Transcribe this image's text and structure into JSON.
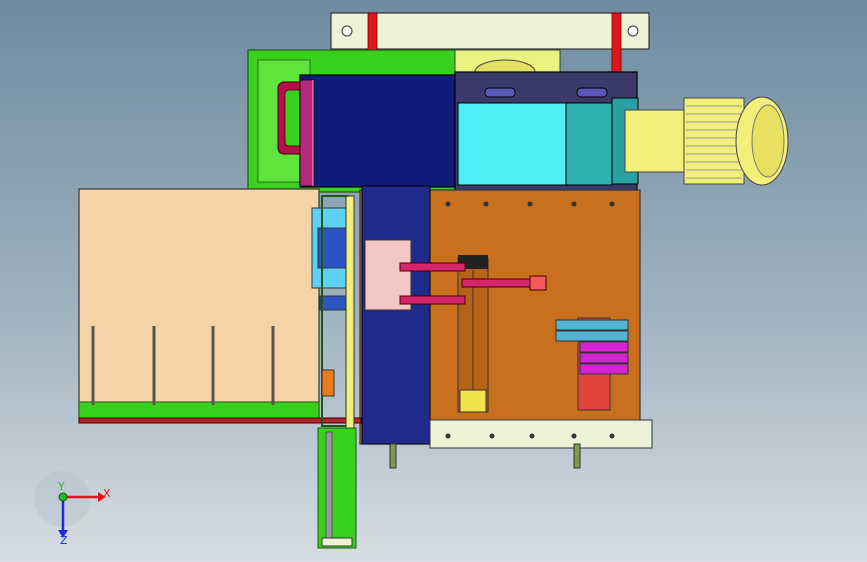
{
  "viewport": {
    "background_top": "#6f8ba0",
    "background_bottom": "#d7dde2"
  },
  "colors": {
    "mount_plate": "#eef3d8",
    "red_bracket": "#e0161c",
    "green_frame": "#39d11d",
    "navy_block": "#121a7a",
    "cyan_block": "#4ff0f5",
    "motor_yellow": "#f2f07a",
    "orange_plate": "#c9701f",
    "peach_panel": "#f7d4a7",
    "blue_plate": "#1f2a8a",
    "pink_rod": "#d6266b",
    "magenta": "#d424d4"
  },
  "axis_triad": {
    "x_label": "X",
    "y_label": "Y",
    "z_label": "Z",
    "x_color": "#e0161c",
    "y_color": "#22bb22",
    "z_color": "#1a2ad8"
  }
}
